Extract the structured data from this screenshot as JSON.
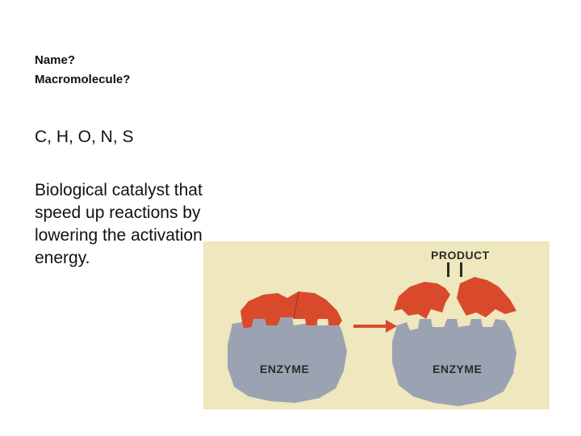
{
  "slide": {
    "question_name": "Name?",
    "question_macromolecule": "Macromolecule?",
    "elements": "C, H, O, N, S",
    "description": "Biological catalyst that speed up reactions by lowering the activation energy."
  },
  "figure": {
    "product_label": "PRODUCT",
    "enzyme_left_label": "ENZYME",
    "enzyme_right_label": "ENZYME",
    "colors": {
      "background": "#efe7bd",
      "enzyme": "#9ba3b3",
      "substrate": "#d94a2c",
      "arrow": "#d94a2c",
      "text": "#2a2a2a"
    }
  }
}
